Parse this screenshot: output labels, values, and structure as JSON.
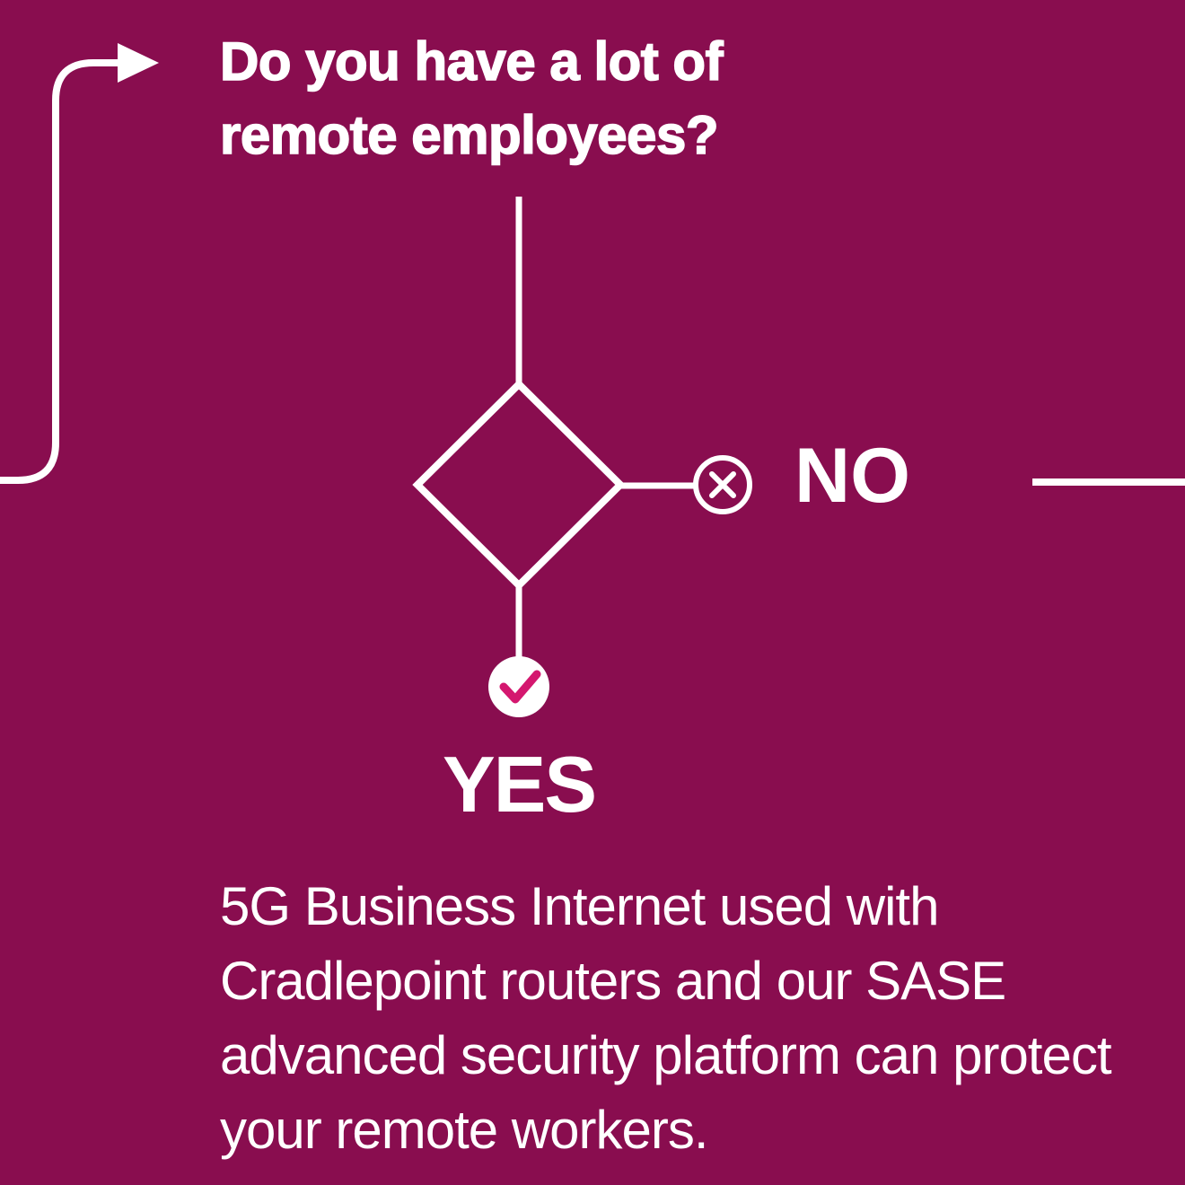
{
  "colors": {
    "background": "#890d4f",
    "foreground": "#ffffff",
    "check_accent": "#d4176f"
  },
  "flowchart": {
    "question": {
      "lines": [
        "Do you have a lot of",
        "remote employees?"
      ]
    },
    "decision_shape": "diamond",
    "no_branch": {
      "label": "NO",
      "icon": "cross-circle-icon",
      "direction": "right-exit"
    },
    "yes_branch": {
      "label": "YES",
      "icon": "check-circle-icon",
      "direction": "down"
    },
    "yes_result": {
      "lines": [
        "5G Business Internet used with",
        "Cradlepoint routers and our SASE",
        "advanced security platform can protect",
        "your remote workers."
      ]
    }
  }
}
